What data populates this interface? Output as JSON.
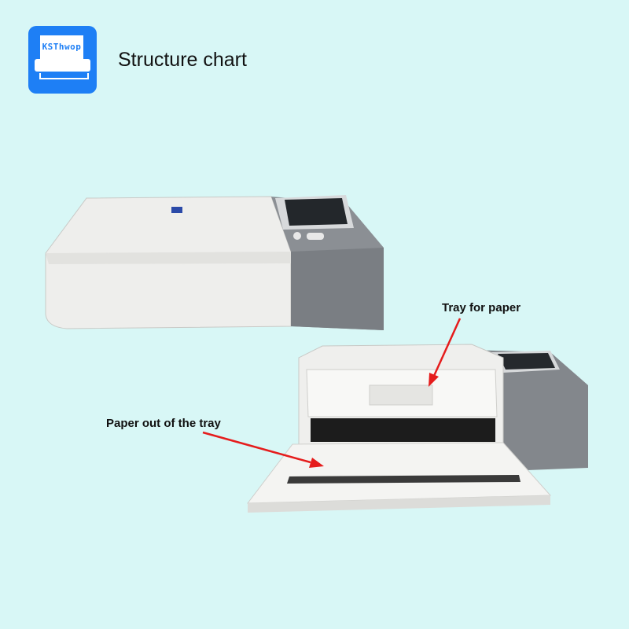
{
  "header": {
    "logo_text": "KSThwop",
    "title": "Structure chart"
  },
  "labels": {
    "tray_for_paper": "Tray for paper",
    "paper_out": "Paper out of the tray"
  },
  "colors": {
    "background": "#d8f7f6",
    "logo": "#1e7ff5",
    "arrow": "#e51c1c"
  }
}
